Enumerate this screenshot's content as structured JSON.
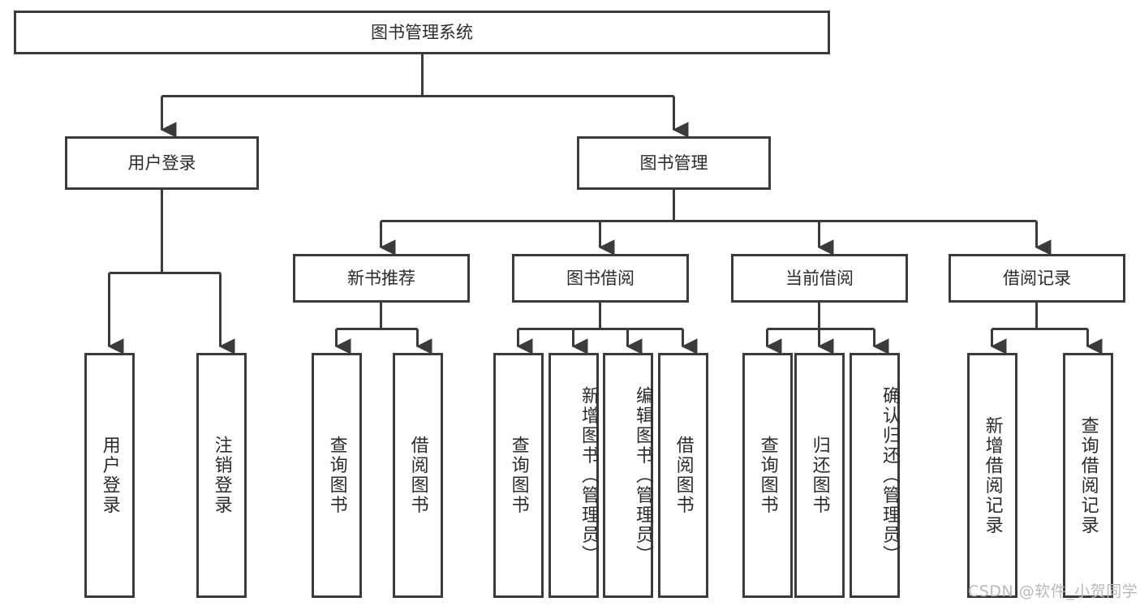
{
  "diagram": {
    "title_node": {
      "label": "图书管理系统"
    },
    "level2": [
      {
        "id": "user-login",
        "label": "用户登录"
      },
      {
        "id": "book-management",
        "label": "图书管理"
      }
    ],
    "level3": [
      {
        "id": "new-book-recommend",
        "label": "新书推荐"
      },
      {
        "id": "book-borrow",
        "label": "图书借阅"
      },
      {
        "id": "current-borrow",
        "label": "当前借阅"
      },
      {
        "id": "borrow-record",
        "label": "借阅记录"
      }
    ],
    "leaves": {
      "user_login": [
        {
          "id": "leaf-user-login",
          "label": "用户登录"
        },
        {
          "id": "leaf-logout-login",
          "label": "注销登录"
        }
      ],
      "new_book_recommend": [
        {
          "id": "leaf-query-book-1",
          "label": "查询图书"
        },
        {
          "id": "leaf-borrow-book-1",
          "label": "借阅图书"
        }
      ],
      "book_borrow": [
        {
          "id": "leaf-query-book-2",
          "label": "查询图书"
        },
        {
          "id": "leaf-add-book",
          "label": "新增图书（管理员）"
        },
        {
          "id": "leaf-edit-book",
          "label": "编辑图书（管理员）"
        },
        {
          "id": "leaf-borrow-book-2",
          "label": "借阅图书"
        }
      ],
      "current_borrow": [
        {
          "id": "leaf-query-book-3",
          "label": "查询图书"
        },
        {
          "id": "leaf-return-book",
          "label": "归还图书"
        },
        {
          "id": "leaf-confirm-return",
          "label": "确认归还（管理员）"
        }
      ],
      "borrow_record": [
        {
          "id": "leaf-add-record",
          "label": "新增借阅记录"
        },
        {
          "id": "leaf-query-record",
          "label": "查询借阅记录"
        }
      ]
    }
  },
  "watermark": {
    "text": "CSDN @软件_小贺同学"
  },
  "colors": {
    "background": "#ffffff",
    "box_fill": "#ffffff",
    "box_stroke": "#3b3b3b",
    "text": "#2b2b2b",
    "watermark": "#b9b9b9"
  }
}
